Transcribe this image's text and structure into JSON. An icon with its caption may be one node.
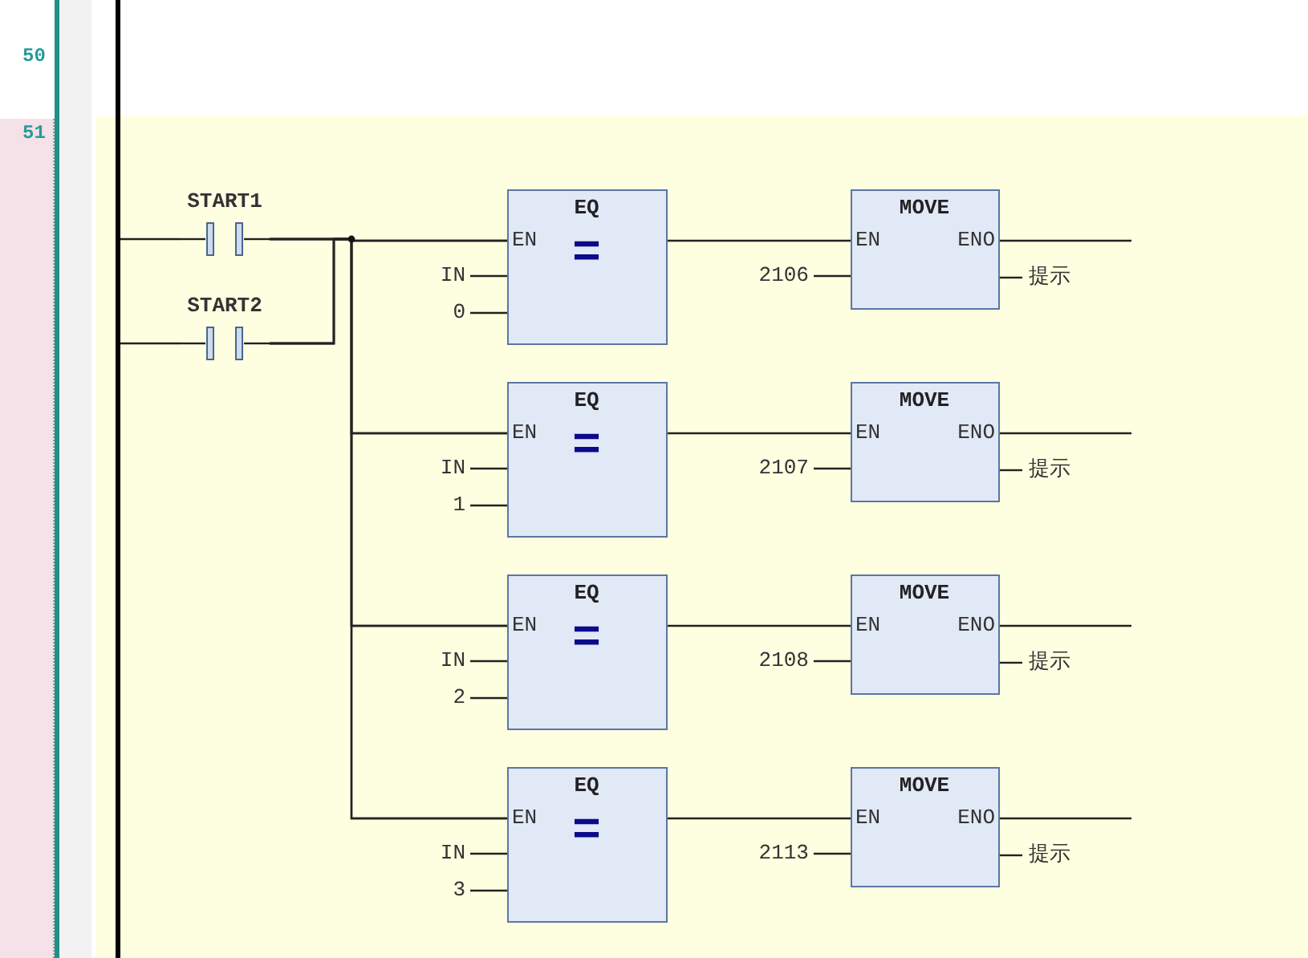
{
  "diagram": {
    "nodes": [
      {
        "text": [],
        "shape": "bar"
      },
      {
        "text": [
          "START1"
        ]
      },
      {
        "text": [
          "START2"
        ]
      },
      {
        "text": [
          "EQ",
          "EN",
          "="
        ]
      },
      {
        "text": [
          "IN"
        ]
      },
      {
        "text": [
          "0"
        ]
      },
      {
        "text": [
          "MOVE",
          "EN",
          "ENO"
        ]
      },
      {
        "text": [
          "2106"
        ]
      },
      {
        "text": [
          "提示"
        ]
      },
      {
        "text": [
          "EQ",
          "EN",
          "="
        ]
      },
      {
        "text": [
          "IN"
        ]
      },
      {
        "text": [
          "1"
        ]
      },
      {
        "text": [
          "MOVE",
          "EN",
          "ENO"
        ]
      },
      {
        "text": [
          "2107"
        ]
      },
      {
        "text": [
          "提示"
        ]
      },
      {
        "text": [
          "EQ",
          "EN",
          "="
        ]
      },
      {
        "text": [
          "IN"
        ]
      },
      {
        "text": [
          "2"
        ]
      },
      {
        "text": [
          "MOVE",
          "EN",
          "ENO"
        ]
      },
      {
        "text": [
          "2108"
        ]
      },
      {
        "text": [
          "提示"
        ]
      },
      {
        "text": [
          "EQ",
          "EN",
          "="
        ]
      },
      {
        "text": [
          "IN"
        ]
      },
      {
        "text": [
          "3"
        ]
      },
      {
        "text": [
          "MOVE",
          "EN",
          "ENO"
        ]
      },
      {
        "text": [
          "2113"
        ]
      },
      {
        "text": [
          "提示"
        ]
      }
    ],
    "edges": [
      {
        "from": 0,
        "to": 1,
        "arrow": "none"
      },
      {
        "from": 0,
        "to": 2,
        "arrow": "none"
      },
      {
        "from": 1,
        "to": 3,
        "arrow": "none"
      },
      {
        "from": 2,
        "to": 3,
        "arrow": "none"
      },
      {
        "from": 1,
        "to": 9,
        "arrow": "none"
      },
      {
        "from": 2,
        "to": 9,
        "arrow": "none"
      },
      {
        "from": 1,
        "to": 15,
        "arrow": "none"
      },
      {
        "from": 2,
        "to": 15,
        "arrow": "none"
      },
      {
        "from": 1,
        "to": 21,
        "arrow": "none"
      },
      {
        "from": 2,
        "to": 21,
        "arrow": "none"
      },
      {
        "from": 4,
        "to": 3,
        "arrow": "none"
      },
      {
        "from": 5,
        "to": 3,
        "arrow": "none"
      },
      {
        "from": 3,
        "to": 6,
        "arrow": "none"
      },
      {
        "from": 7,
        "to": 6,
        "arrow": "none"
      },
      {
        "from": 6,
        "to": null,
        "arrow": "none"
      },
      {
        "from": 6,
        "to": 8,
        "arrow": "none"
      },
      {
        "from": 10,
        "to": 9,
        "arrow": "none"
      },
      {
        "from": 11,
        "to": 9,
        "arrow": "none"
      },
      {
        "from": 9,
        "to": 12,
        "arrow": "none"
      },
      {
        "from": 13,
        "to": 12,
        "arrow": "none"
      },
      {
        "from": 12,
        "to": null,
        "arrow": "none"
      },
      {
        "from": 12,
        "to": 14,
        "arrow": "none"
      },
      {
        "from": 16,
        "to": 15,
        "arrow": "none"
      },
      {
        "from": 17,
        "to": 15,
        "arrow": "none"
      },
      {
        "from": 15,
        "to": 18,
        "arrow": "none"
      },
      {
        "from": 19,
        "to": 18,
        "arrow": "none"
      },
      {
        "from": 18,
        "to": null,
        "arrow": "none"
      },
      {
        "from": 18,
        "to": 20,
        "arrow": "none"
      },
      {
        "from": 22,
        "to": 21,
        "arrow": "none"
      },
      {
        "from": 23,
        "to": 21,
        "arrow": "none"
      },
      {
        "from": 21,
        "to": 24,
        "arrow": "none"
      },
      {
        "from": 25,
        "to": 24,
        "arrow": "none"
      },
      {
        "from": 24,
        "to": null,
        "arrow": "none"
      },
      {
        "from": 24,
        "to": 26,
        "arrow": "none"
      }
    ],
    "labels": [
      "50",
      "51"
    ]
  }
}
